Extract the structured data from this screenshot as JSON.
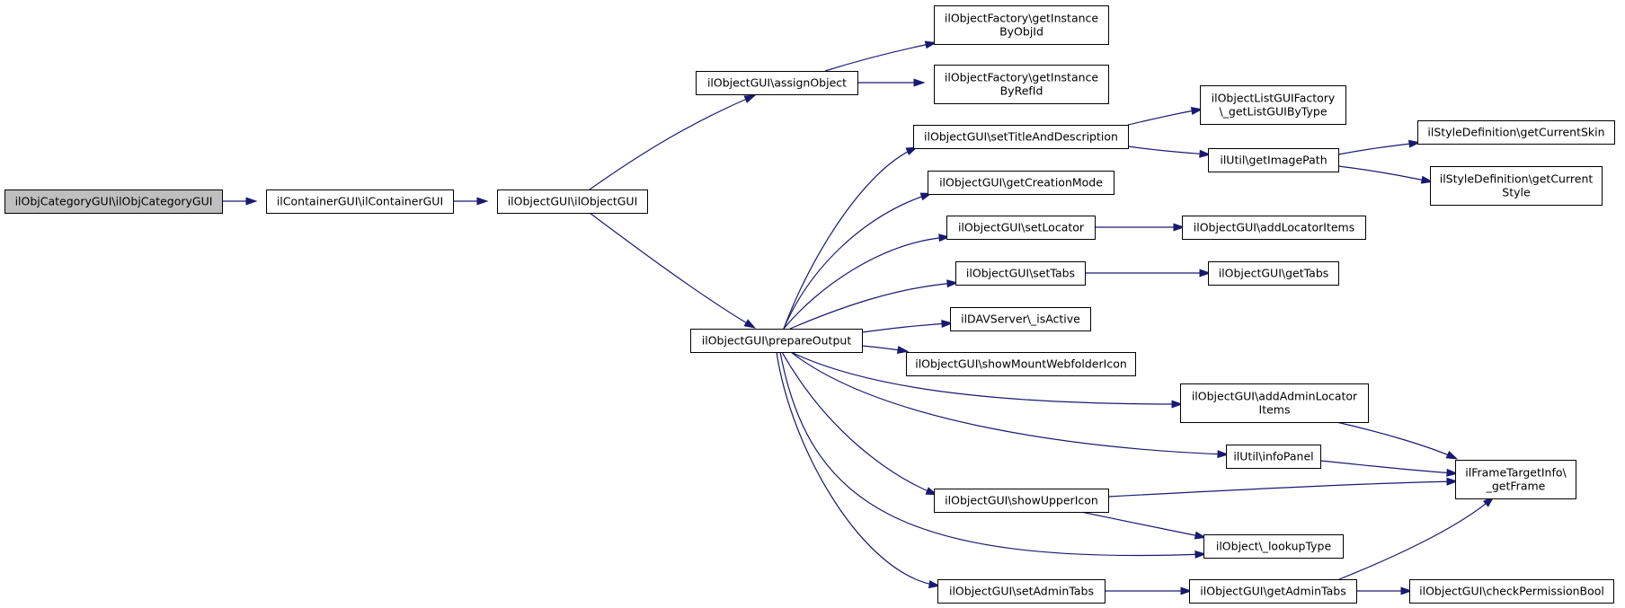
{
  "colors": {
    "edge": "#191970",
    "root_fill": "#bfbfbf",
    "node_fill": "#ffffff",
    "border": "#000000",
    "text": "#000000"
  },
  "nodes": [
    {
      "id": "root",
      "lines": [
        "ilObjCategoryGUI\\ilObjCategoryGUI"
      ],
      "highlight": true
    },
    {
      "id": "container",
      "lines": [
        "ilContainerGUI\\ilContainerGUI"
      ]
    },
    {
      "id": "objectgui",
      "lines": [
        "ilObjectGUI\\ilObjectGUI"
      ]
    },
    {
      "id": "assignObject",
      "lines": [
        "ilObjectGUI\\assignObject"
      ]
    },
    {
      "id": "prepareOutput",
      "lines": [
        "ilObjectGUI\\prepareOutput"
      ]
    },
    {
      "id": "getInstanceByObjId",
      "lines": [
        "ilObjectFactory\\getInstance",
        "ByObjId"
      ]
    },
    {
      "id": "getInstanceByRefId",
      "lines": [
        "ilObjectFactory\\getInstance",
        "ByRefId"
      ]
    },
    {
      "id": "setTitleAndDescription",
      "lines": [
        "ilObjectGUI\\setTitleAndDescription"
      ]
    },
    {
      "id": "getCreationMode",
      "lines": [
        "ilObjectGUI\\getCreationMode"
      ]
    },
    {
      "id": "setLocator",
      "lines": [
        "ilObjectGUI\\setLocator"
      ]
    },
    {
      "id": "setTabs",
      "lines": [
        "ilObjectGUI\\setTabs"
      ]
    },
    {
      "id": "isActive",
      "lines": [
        "ilDAVServer\\_isActive"
      ]
    },
    {
      "id": "showMountWebfolderIcon",
      "lines": [
        "ilObjectGUI\\showMountWebfolderIcon"
      ]
    },
    {
      "id": "showUpperIcon",
      "lines": [
        "ilObjectGUI\\showUpperIcon"
      ]
    },
    {
      "id": "setAdminTabs",
      "lines": [
        "ilObjectGUI\\setAdminTabs"
      ]
    },
    {
      "id": "getListGUIByType",
      "lines": [
        "ilObjectListGUIFactory",
        "\\_getListGUIByType"
      ]
    },
    {
      "id": "getImagePath",
      "lines": [
        "ilUtil\\getImagePath"
      ]
    },
    {
      "id": "addLocatorItems",
      "lines": [
        "ilObjectGUI\\addLocatorItems"
      ]
    },
    {
      "id": "getTabs",
      "lines": [
        "ilObjectGUI\\getTabs"
      ]
    },
    {
      "id": "addAdminLocatorItems",
      "lines": [
        "ilObjectGUI\\addAdminLocator",
        "Items"
      ]
    },
    {
      "id": "infoPanel",
      "lines": [
        "ilUtil\\infoPanel"
      ]
    },
    {
      "id": "lookupType",
      "lines": [
        "ilObject\\_lookupType"
      ]
    },
    {
      "id": "getAdminTabs",
      "lines": [
        "ilObjectGUI\\getAdminTabs"
      ]
    },
    {
      "id": "getCurrentSkin",
      "lines": [
        "ilStyleDefinition\\getCurrentSkin"
      ]
    },
    {
      "id": "getCurrentStyle",
      "lines": [
        "ilStyleDefinition\\getCurrent",
        "Style"
      ]
    },
    {
      "id": "getFrame",
      "lines": [
        "ilFrameTargetInfo\\",
        "_getFrame"
      ]
    },
    {
      "id": "checkPermissionBool",
      "lines": [
        "ilObjectGUI\\checkPermissionBool"
      ]
    }
  ],
  "edges": [
    {
      "from": "root",
      "to": "container"
    },
    {
      "from": "container",
      "to": "objectgui"
    },
    {
      "from": "objectgui",
      "to": "assignObject"
    },
    {
      "from": "objectgui",
      "to": "prepareOutput"
    },
    {
      "from": "assignObject",
      "to": "getInstanceByObjId"
    },
    {
      "from": "assignObject",
      "to": "getInstanceByRefId"
    },
    {
      "from": "prepareOutput",
      "to": "setTitleAndDescription"
    },
    {
      "from": "prepareOutput",
      "to": "getCreationMode"
    },
    {
      "from": "prepareOutput",
      "to": "setLocator"
    },
    {
      "from": "prepareOutput",
      "to": "setTabs"
    },
    {
      "from": "prepareOutput",
      "to": "isActive"
    },
    {
      "from": "prepareOutput",
      "to": "showMountWebfolderIcon"
    },
    {
      "from": "prepareOutput",
      "to": "addAdminLocatorItems"
    },
    {
      "from": "prepareOutput",
      "to": "infoPanel"
    },
    {
      "from": "prepareOutput",
      "to": "showUpperIcon"
    },
    {
      "from": "prepareOutput",
      "to": "lookupType"
    },
    {
      "from": "prepareOutput",
      "to": "setAdminTabs"
    },
    {
      "from": "setTitleAndDescription",
      "to": "getListGUIByType"
    },
    {
      "from": "setTitleAndDescription",
      "to": "getImagePath"
    },
    {
      "from": "getImagePath",
      "to": "getCurrentSkin"
    },
    {
      "from": "getImagePath",
      "to": "getCurrentStyle"
    },
    {
      "from": "setLocator",
      "to": "addLocatorItems"
    },
    {
      "from": "setTabs",
      "to": "getTabs"
    },
    {
      "from": "addAdminLocatorItems",
      "to": "getFrame"
    },
    {
      "from": "infoPanel",
      "to": "getFrame"
    },
    {
      "from": "showUpperIcon",
      "to": "getFrame"
    },
    {
      "from": "showUpperIcon",
      "to": "lookupType"
    },
    {
      "from": "setAdminTabs",
      "to": "getAdminTabs"
    },
    {
      "from": "getAdminTabs",
      "to": "getFrame"
    },
    {
      "from": "getAdminTabs",
      "to": "checkPermissionBool"
    }
  ]
}
